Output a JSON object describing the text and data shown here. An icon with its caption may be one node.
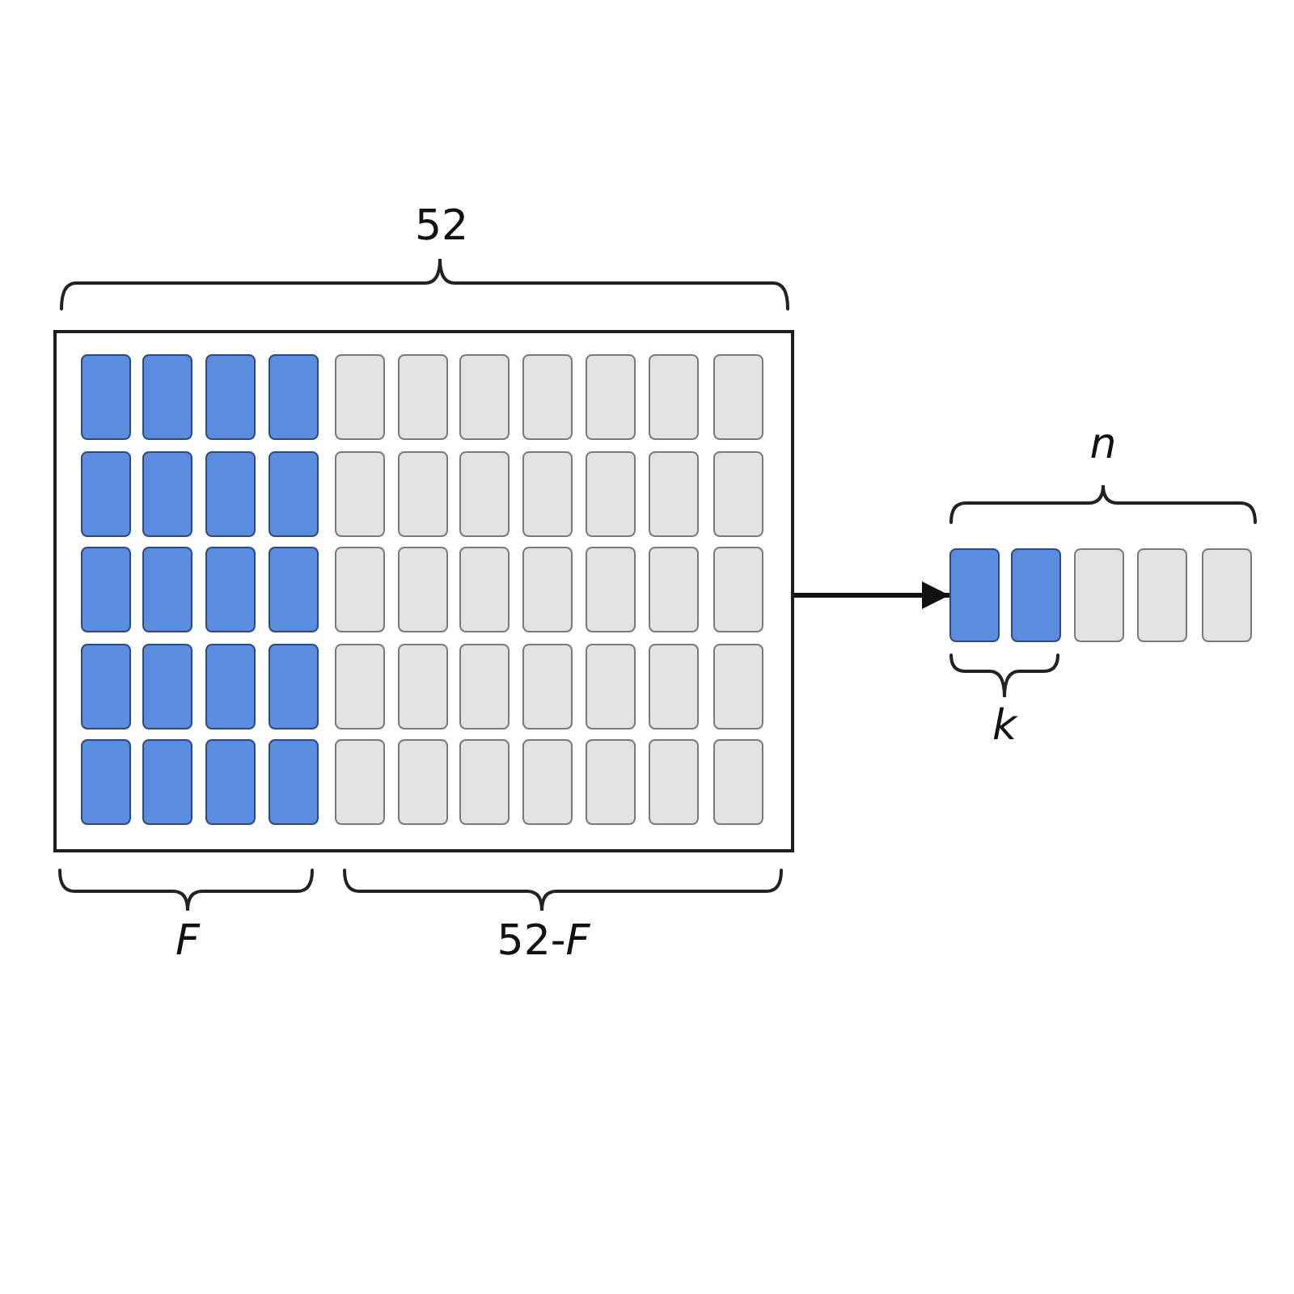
{
  "diagram": {
    "nodes": [
      {
        "text": [],
        "shape": "box"
      },
      {
        "text": [],
        "shape": "card",
        "in": 0
      },
      {
        "text": [],
        "shape": "card",
        "in": 0
      },
      {
        "text": [],
        "shape": "card",
        "in": 0
      },
      {
        "text": [],
        "shape": "card",
        "in": 0
      },
      {
        "text": [],
        "shape": "card",
        "in": 0
      },
      {
        "text": [],
        "shape": "card",
        "in": 0
      },
      {
        "text": [],
        "shape": "card",
        "in": 0
      },
      {
        "text": [],
        "shape": "card",
        "in": 0
      },
      {
        "text": [],
        "shape": "card",
        "in": 0
      },
      {
        "text": [],
        "shape": "card",
        "in": 0
      },
      {
        "text": [],
        "shape": "card",
        "in": 0
      },
      {
        "text": [],
        "shape": "card",
        "in": 0
      },
      {
        "text": [],
        "shape": "card",
        "in": 0
      },
      {
        "text": [],
        "shape": "card",
        "in": 0
      },
      {
        "text": [],
        "shape": "card",
        "in": 0
      },
      {
        "text": [],
        "shape": "card",
        "in": 0
      },
      {
        "text": [],
        "shape": "card",
        "in": 0
      },
      {
        "text": [],
        "shape": "card",
        "in": 0
      },
      {
        "text": [],
        "shape": "card",
        "in": 0
      },
      {
        "text": [],
        "shape": "card",
        "in": 0
      },
      {
        "text": [],
        "shape": "card",
        "in": 0
      },
      {
        "text": [],
        "shape": "card",
        "in": 0
      },
      {
        "text": [],
        "shape": "card",
        "in": 0
      },
      {
        "text": [],
        "shape": "card",
        "in": 0
      },
      {
        "text": [],
        "shape": "card",
        "in": 0
      },
      {
        "text": [],
        "shape": "card",
        "in": 0
      },
      {
        "text": [],
        "shape": "card",
        "in": 0
      },
      {
        "text": [],
        "shape": "card",
        "in": 0
      },
      {
        "text": [],
        "shape": "card",
        "in": 0
      },
      {
        "text": [],
        "shape": "card",
        "in": 0
      },
      {
        "text": [],
        "shape": "card",
        "in": 0
      },
      {
        "text": [],
        "shape": "card",
        "in": 0
      },
      {
        "text": [],
        "shape": "card",
        "in": 0
      },
      {
        "text": [],
        "shape": "card",
        "in": 0
      },
      {
        "text": [],
        "shape": "card",
        "in": 0
      },
      {
        "text": [],
        "shape": "card",
        "in": 0
      },
      {
        "text": [],
        "shape": "card",
        "in": 0
      },
      {
        "text": [],
        "shape": "card",
        "in": 0
      },
      {
        "text": [],
        "shape": "card",
        "in": 0
      },
      {
        "text": [],
        "shape": "card",
        "in": 0
      },
      {
        "text": [],
        "shape": "card",
        "in": 0
      },
      {
        "text": [],
        "shape": "card",
        "in": 0
      },
      {
        "text": [],
        "shape": "card",
        "in": 0
      },
      {
        "text": [],
        "shape": "card",
        "in": 0
      },
      {
        "text": [],
        "shape": "card",
        "in": 0
      },
      {
        "text": [],
        "shape": "card",
        "in": 0
      },
      {
        "text": [],
        "shape": "card",
        "in": 0
      },
      {
        "text": [],
        "shape": "card",
        "in": 0
      },
      {
        "text": [],
        "shape": "card",
        "in": 0
      },
      {
        "text": [],
        "shape": "card",
        "in": 0
      },
      {
        "text": [],
        "shape": "card",
        "in": 0
      },
      {
        "text": [],
        "shape": "card",
        "in": 0
      },
      {
        "text": [],
        "shape": "card",
        "in": 0
      },
      {
        "text": [],
        "shape": "card",
        "in": 0
      },
      {
        "text": [],
        "shape": "card",
        "in": 0
      },
      {
        "text": [],
        "shape": "card"
      },
      {
        "text": [],
        "shape": "card"
      },
      {
        "text": [],
        "shape": "card"
      },
      {
        "text": [],
        "shape": "card"
      },
      {
        "text": [],
        "shape": "card"
      }
    ],
    "edges": [
      {
        "from": 0,
        "to": 56,
        "arrow": "to"
      }
    ],
    "labels": [
      "52",
      "n",
      "k",
      "F",
      "52-*F*"
    ]
  }
}
